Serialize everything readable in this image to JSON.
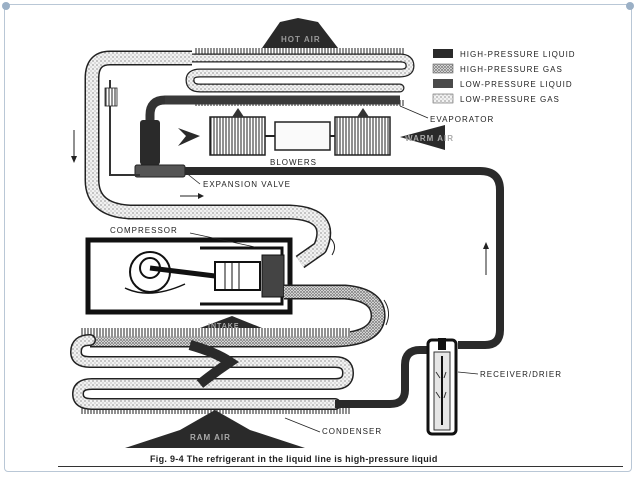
{
  "legend": [
    {
      "label": "HIGH-PRESSURE LIQUID",
      "pattern": "solid-dark"
    },
    {
      "label": "HIGH-PRESSURE GAS",
      "pattern": "dense-stipple"
    },
    {
      "label": "LOW-PRESSURE LIQUID",
      "pattern": "solid-medium"
    },
    {
      "label": "LOW-PRESSURE GAS",
      "pattern": "light-stipple"
    }
  ],
  "labels": {
    "hot_air": "HOT AIR",
    "evaporator": "EVAPORATOR",
    "warm_air": "WARM AIR",
    "blowers": "BLOWERS",
    "expansion_valve": "EXPANSION VALVE",
    "compressor": "COMPRESSOR",
    "intake": "INTAKE",
    "receiver_drier": "RECEIVER/DRIER",
    "condenser": "CONDENSER",
    "ram_air": "RAM AIR"
  },
  "caption": "Fig. 9-4  The refrigerant in the liquid line is high-pressure liquid",
  "colors": {
    "high_pressure_liquid": "#3a3a3a",
    "high_pressure_gas": "#8a8a8a",
    "low_pressure_liquid": "#5a5a5a",
    "low_pressure_gas": "#c8c8c8"
  }
}
